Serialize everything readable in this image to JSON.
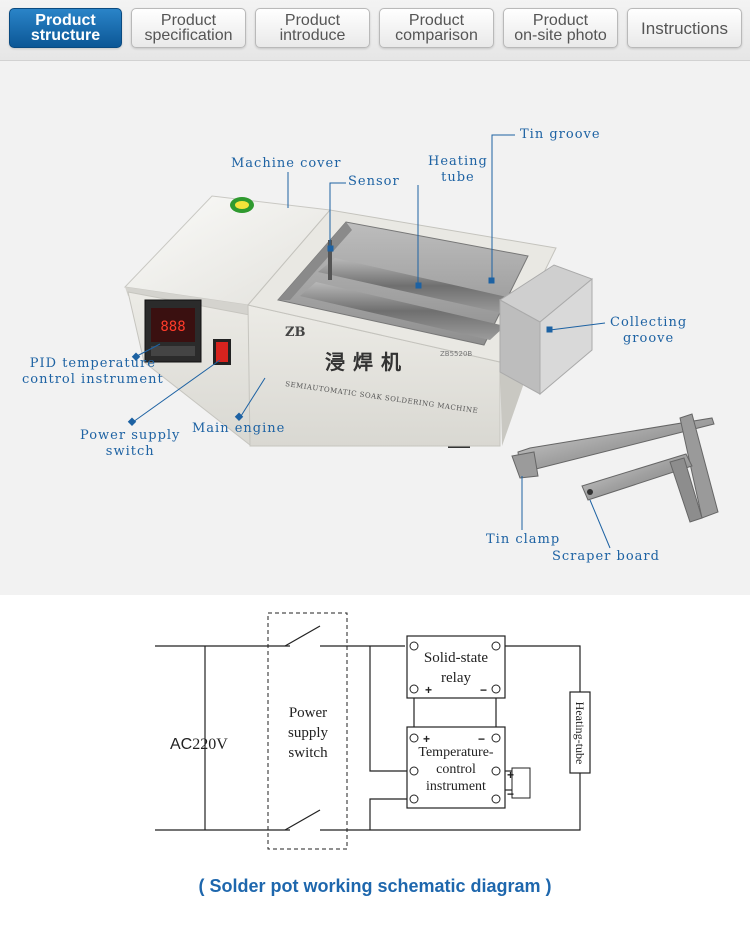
{
  "tabs": [
    {
      "line1": "Product",
      "line2": "structure",
      "active": true
    },
    {
      "line1": "Product",
      "line2": "specification"
    },
    {
      "line1": "Product",
      "line2": "introduce"
    },
    {
      "line1": "Product",
      "line2": "comparison"
    },
    {
      "line1": "Product",
      "line2": "on-site photo"
    },
    {
      "line1": "Instructions",
      "line2": ""
    }
  ],
  "callouts": {
    "tin_groove": "Tin groove",
    "heating_tube_1": "Heating",
    "heating_tube_2": "tube",
    "machine_cover": "Machine cover",
    "sensor": "Sensor",
    "collecting_groove_1": "Collecting",
    "collecting_groove_2": "groove",
    "pid_1": "PID temperature",
    "pid_2": "control instrument",
    "power_switch_1": "Power supply",
    "power_switch_2": "switch",
    "main_engine": "Main engine",
    "tin_clamp": "Tin clamp",
    "scraper_board": "Scraper board"
  },
  "machine_text": {
    "model_cn": "浸焊机",
    "model_en": "SEMIAUTOMATIC SOAK SOLDERING MACHINE",
    "brand": "ZB",
    "code": "ZB5520B",
    "display": "888"
  },
  "schematic": {
    "ac_label": "AC",
    "ac_voltage": "220V",
    "switch_1": "Power",
    "switch_2": "supply",
    "switch_3": "switch",
    "relay_1": "Solid-state",
    "relay_2": "relay",
    "temp_1": "Temperature-",
    "temp_2": "control",
    "temp_3": "instrument",
    "heating_tube": "Heating-tube",
    "caption": "( Solder pot working schematic diagram )"
  },
  "colors": {
    "accent": "#1d62a3",
    "tab_active": "#0c5796"
  }
}
